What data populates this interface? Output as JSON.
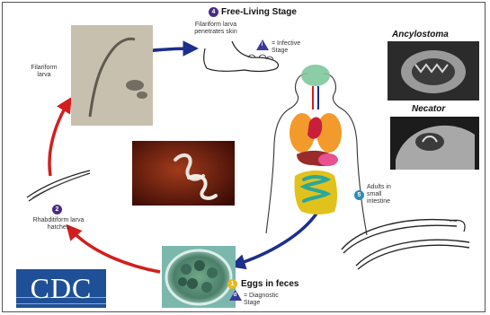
{
  "labels": {
    "filariform_larva": "Filariform larva",
    "free_living_stage": "Free-Living Stage",
    "filariform_penetrates": "Filariform larva penetrates skin",
    "infective_stage": "= Infective Stage",
    "ancylostoma": "Ancylostoma",
    "necator": "Necator",
    "rhabditiform_hatches": "Rhabditiform larva hatches",
    "adults_small_intestine": "Adults in small intestine",
    "eggs_in_feces": "Eggs in feces",
    "diagnostic_stage": "= Diagnostic Stage",
    "cdc_logo": "CDC"
  },
  "badges": {
    "step_2": "2",
    "step_4": "4",
    "step_5": "5",
    "step_1": "1",
    "i": "i",
    "d": "d"
  },
  "colors": {
    "red_arrow": "#d21e1e",
    "blue_arrow": "#1c2f8c",
    "badge_purple": "#4a2c82",
    "badge_teal": "#2f8bb5",
    "badge_yellow": "#e8b81c",
    "cdc_blue": "#1f4f96"
  }
}
